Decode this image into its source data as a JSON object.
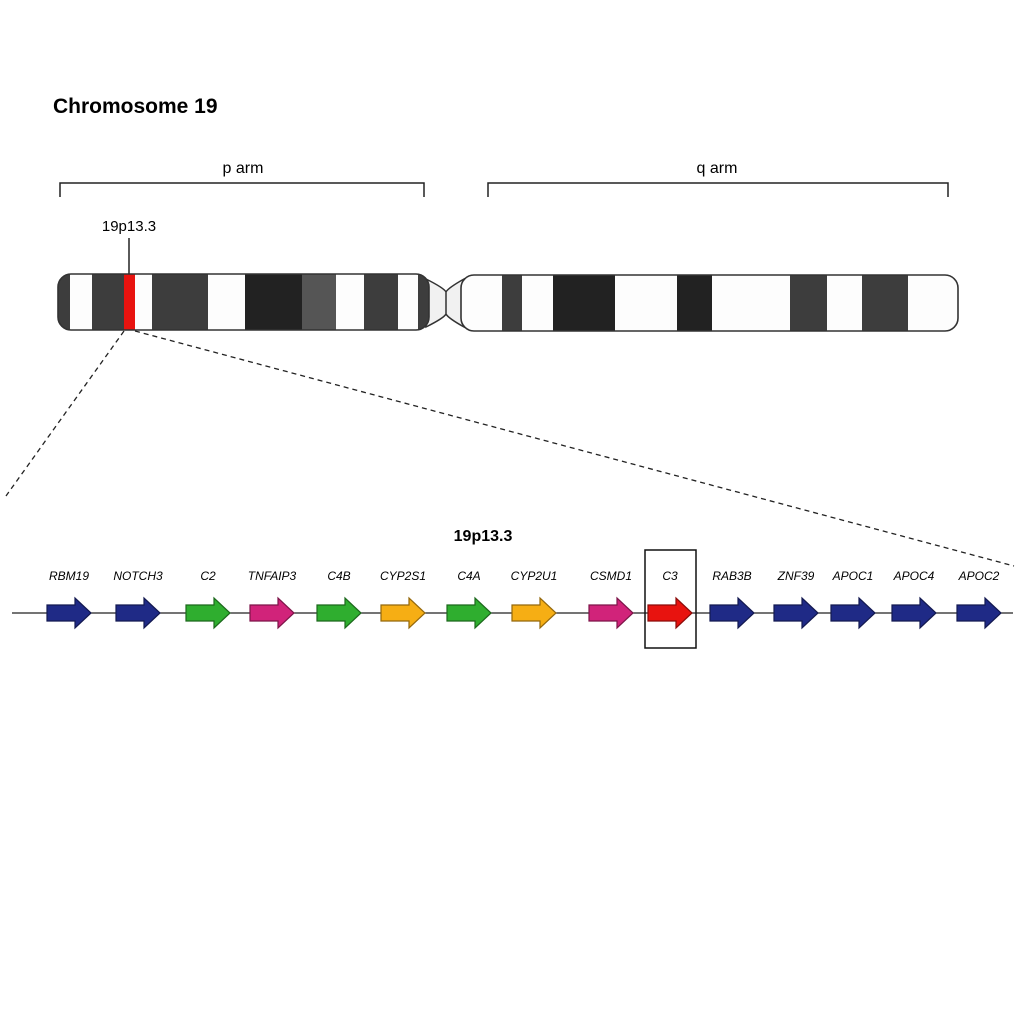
{
  "title": "Chromosome 19",
  "arms": {
    "p": "p arm",
    "q": "q arm"
  },
  "highlight_band": "19p13.3",
  "region_title": "19p13.3",
  "highlighted_gene": "C3",
  "genes": [
    {
      "name": "RBM19",
      "color": "#1f2a86"
    },
    {
      "name": "NOTCH3",
      "color": "#1f2a86"
    },
    {
      "name": "C2",
      "color": "#2fae2f"
    },
    {
      "name": "TNFAIP3",
      "color": "#d1237a"
    },
    {
      "name": "C4B",
      "color": "#2fae2f"
    },
    {
      "name": "CYP2S1",
      "color": "#f6ae14"
    },
    {
      "name": "C4A",
      "color": "#2fae2f"
    },
    {
      "name": "CYP2U1",
      "color": "#f6ae14"
    },
    {
      "name": "CSMD1",
      "color": "#d1237a"
    },
    {
      "name": "C3",
      "color": "#e8130f"
    },
    {
      "name": "RAB3B",
      "color": "#1f2a86"
    },
    {
      "name": "ZNF39",
      "color": "#1f2a86"
    },
    {
      "name": "APOC1",
      "color": "#1f2a86"
    },
    {
      "name": "APOC4",
      "color": "#1f2a86"
    },
    {
      "name": "APOC2",
      "color": "#1f2a86"
    }
  ],
  "colors": {
    "highlight": "#e8130f",
    "band_dark": "#3d3d3d",
    "band_black": "#222222",
    "band_gray": "#555555",
    "outline": "#333333"
  }
}
